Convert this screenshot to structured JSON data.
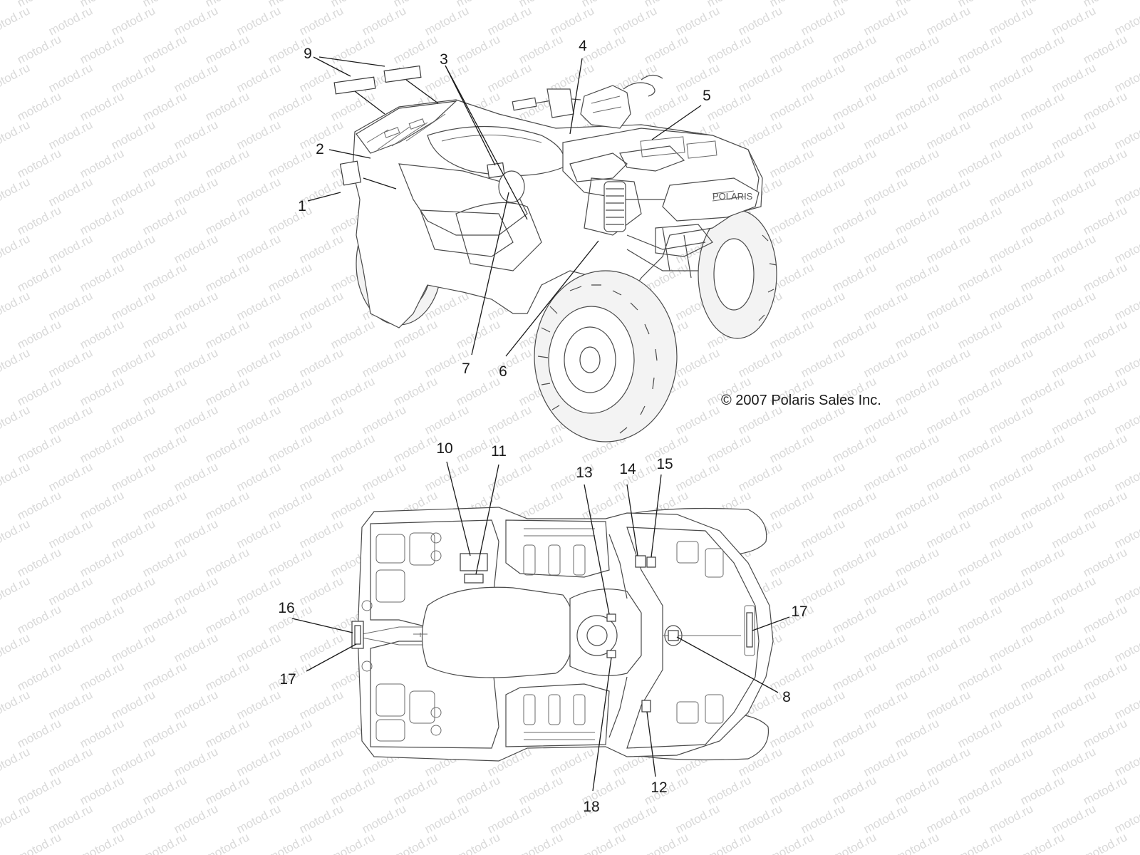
{
  "watermark": "motod.ru",
  "copyright": "© 2007 Polaris Sales Inc.",
  "callouts_top": [
    "1",
    "2",
    "3",
    "4",
    "5",
    "6",
    "7",
    "9"
  ],
  "callouts_bottom": [
    "8",
    "10",
    "11",
    "12",
    "13",
    "14",
    "15",
    "16",
    "17",
    "17",
    "18"
  ],
  "colors": {
    "line": "#4a4a4a",
    "text": "#1a1a1a",
    "watermark": "#d9d9d9",
    "background": "#ffffff"
  }
}
